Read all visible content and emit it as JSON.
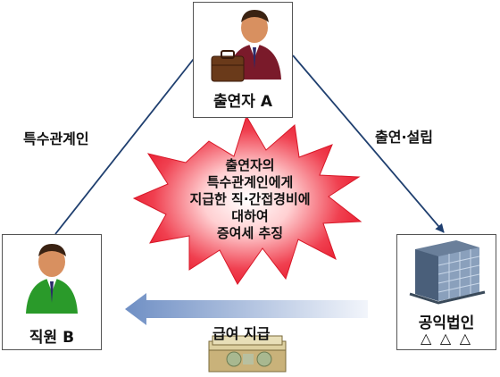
{
  "nodes": {
    "top": {
      "label": "출연자 A",
      "icon": "businessman-with-briefcase-icon"
    },
    "left": {
      "label": "직원 B",
      "icon": "employee-icon"
    },
    "right": {
      "label": "공익법인",
      "sublabel": "△ △ △",
      "icon": "office-building-icon"
    }
  },
  "edges": {
    "left": {
      "label": "특수관계인"
    },
    "right": {
      "label": "출연·설립"
    },
    "bottom": {
      "label": "급여 지급",
      "icon": "banknote-bundle-icon"
    }
  },
  "center": {
    "lines": [
      "출연자의",
      "특수관계인에게",
      "지급한 직·간접경비에",
      "대하여",
      "증여세 추징"
    ],
    "color": "#e8192c"
  },
  "colors": {
    "arrow": "#1f3f6f",
    "salary_arrow": "#7f9fd0",
    "box_border": "#555555"
  }
}
